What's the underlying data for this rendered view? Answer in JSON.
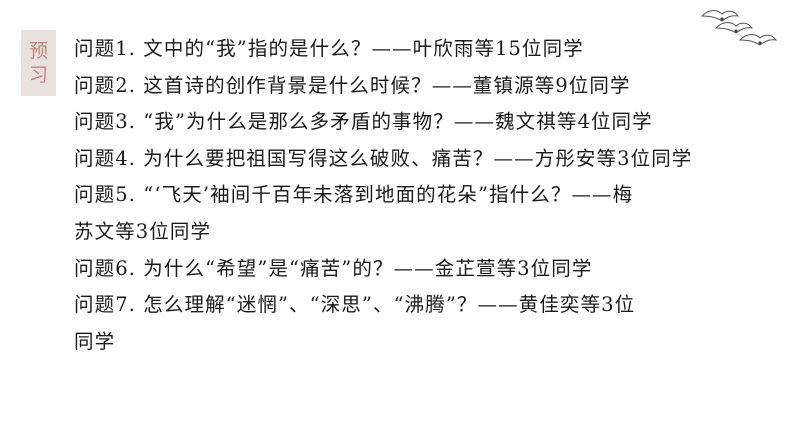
{
  "tag": {
    "chars": [
      "预",
      "习"
    ]
  },
  "lines": [
    "问题1.  文中的“我”指的是什么？——叶欣雨等15位同学",
    "问题2.  这首诗的创作背景是什么时候？——董镇源等9位同学",
    "问题3.  “我”为什么是那么多矛盾的事物？——魏文祺等4位同学",
    "问题4.  为什么要把祖国写得这么破败、痛苦？——方彤安等3位同学",
    "问题5.  “‘飞天’袖间千百年未落到地面的花朵”指什么？——梅",
    "苏文等3位同学",
    "问题6.  为什么“希望”是“痛苦”的？——金芷萱等3位同学",
    "问题7.  怎么理解“迷惘”、“深思”、“沸腾”？——黄佳奕等3位",
    "同学"
  ]
}
